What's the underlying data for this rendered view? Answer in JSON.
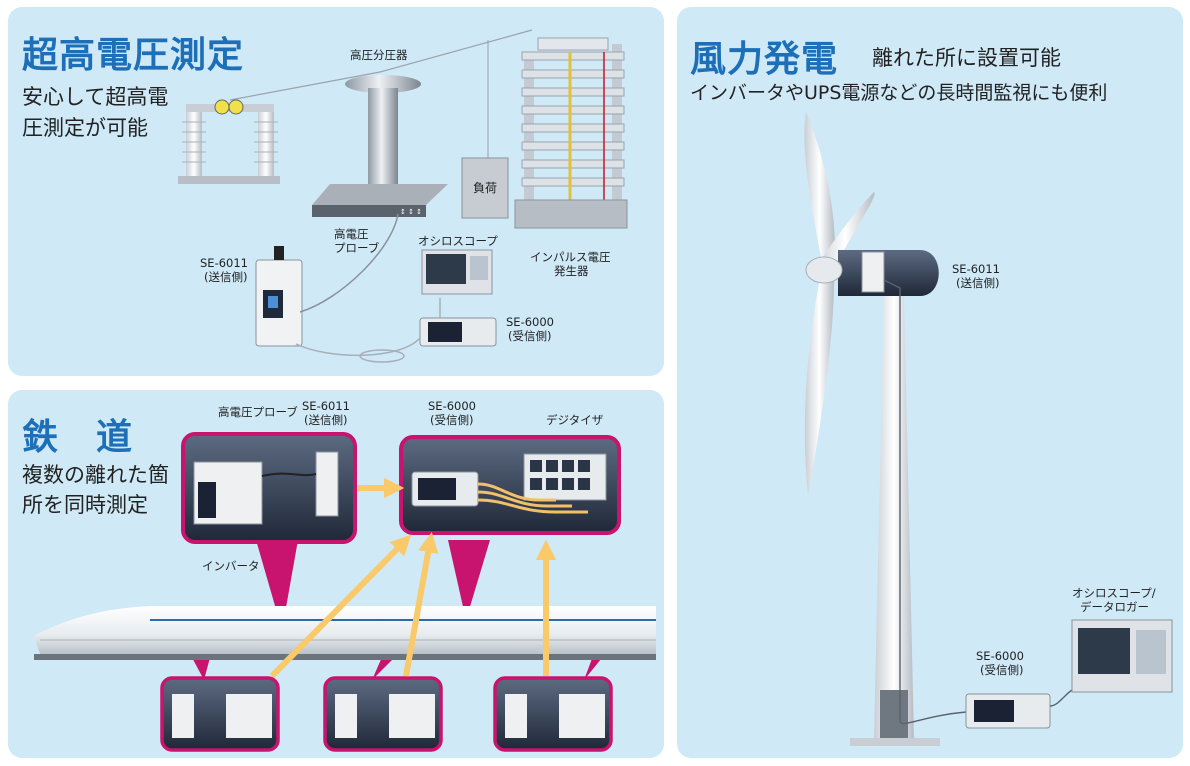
{
  "hv": {
    "title": "超高電圧測定",
    "desc_line1": "安心して超高電",
    "desc_line2": "圧測定が可能",
    "labels": {
      "divider": "高圧分圧器",
      "load": "負荷",
      "probe_line1": "高電圧",
      "probe_line2": "プローブ",
      "scope": "オシロスコープ",
      "impulse_line1": "インパルス電圧",
      "impulse_line2": "発生器",
      "tx_model": "SE-6011",
      "tx_role": "(送信側)",
      "rx_model": "SE-6000",
      "rx_role": "(受信側)"
    }
  },
  "rail": {
    "title": "鉄　道",
    "desc_line1": "複数の離れた箇",
    "desc_line2": "所を同時測定",
    "labels": {
      "probe": "高電圧プローブ",
      "tx_model": "SE-6011",
      "tx_role": "(送信側)",
      "rx_model": "SE-6000",
      "rx_role": "(受信側)",
      "digitizer": "デジタイザ",
      "inverter": "インバータ"
    }
  },
  "wind": {
    "title": "風力発電",
    "title_note": "離れた所に設置可能",
    "subtitle": "インバータやUPS電源などの長時間監視にも便利",
    "labels": {
      "tx_model": "SE-6011",
      "tx_role": "(送信側)",
      "rx_model": "SE-6000",
      "rx_role": "(受信側)",
      "scope_line1": "オシロスコープ/",
      "scope_line2": "データロガー"
    }
  },
  "colors": {
    "panel_bg": "#cfe9f7",
    "title_blue": "#1d6fb8",
    "magenta": "#c8146e",
    "arrow_yellow": "#f9c96a"
  }
}
